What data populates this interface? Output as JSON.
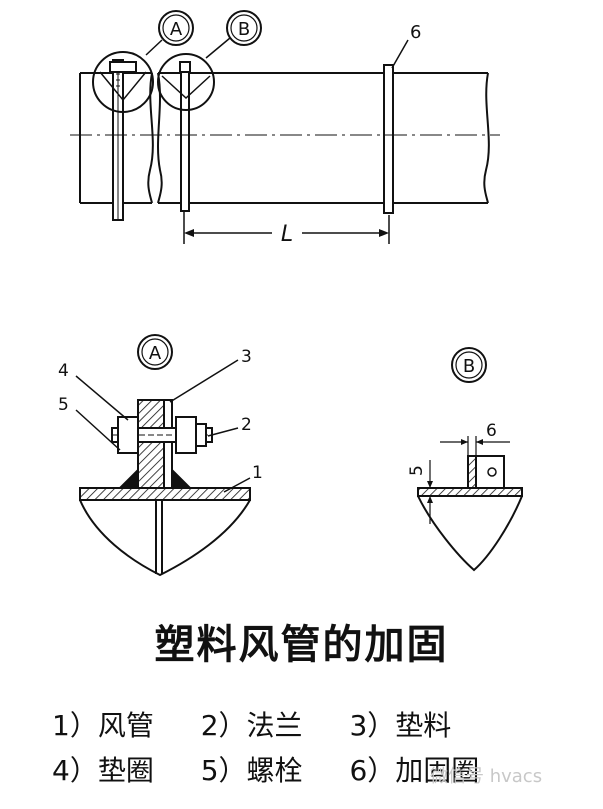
{
  "diagram": {
    "callout_a": "A",
    "callout_b": "B",
    "part_6": "6",
    "length_label": "L",
    "detail_a_title": "A",
    "detail_b_title": "B",
    "detail_a_parts": [
      "4",
      "3",
      "5",
      "2",
      "1"
    ],
    "detail_b_dim_width": "6",
    "detail_b_dim_height": "5"
  },
  "caption": {
    "title": "塑料风管的加固",
    "legend_row1": [
      "1）风管",
      "2）法兰",
      "3）垫料"
    ],
    "legend_row2": [
      "4）垫圈",
      "5）螺栓",
      "6）加固圈"
    ]
  },
  "watermark": "微信号 hvacs"
}
